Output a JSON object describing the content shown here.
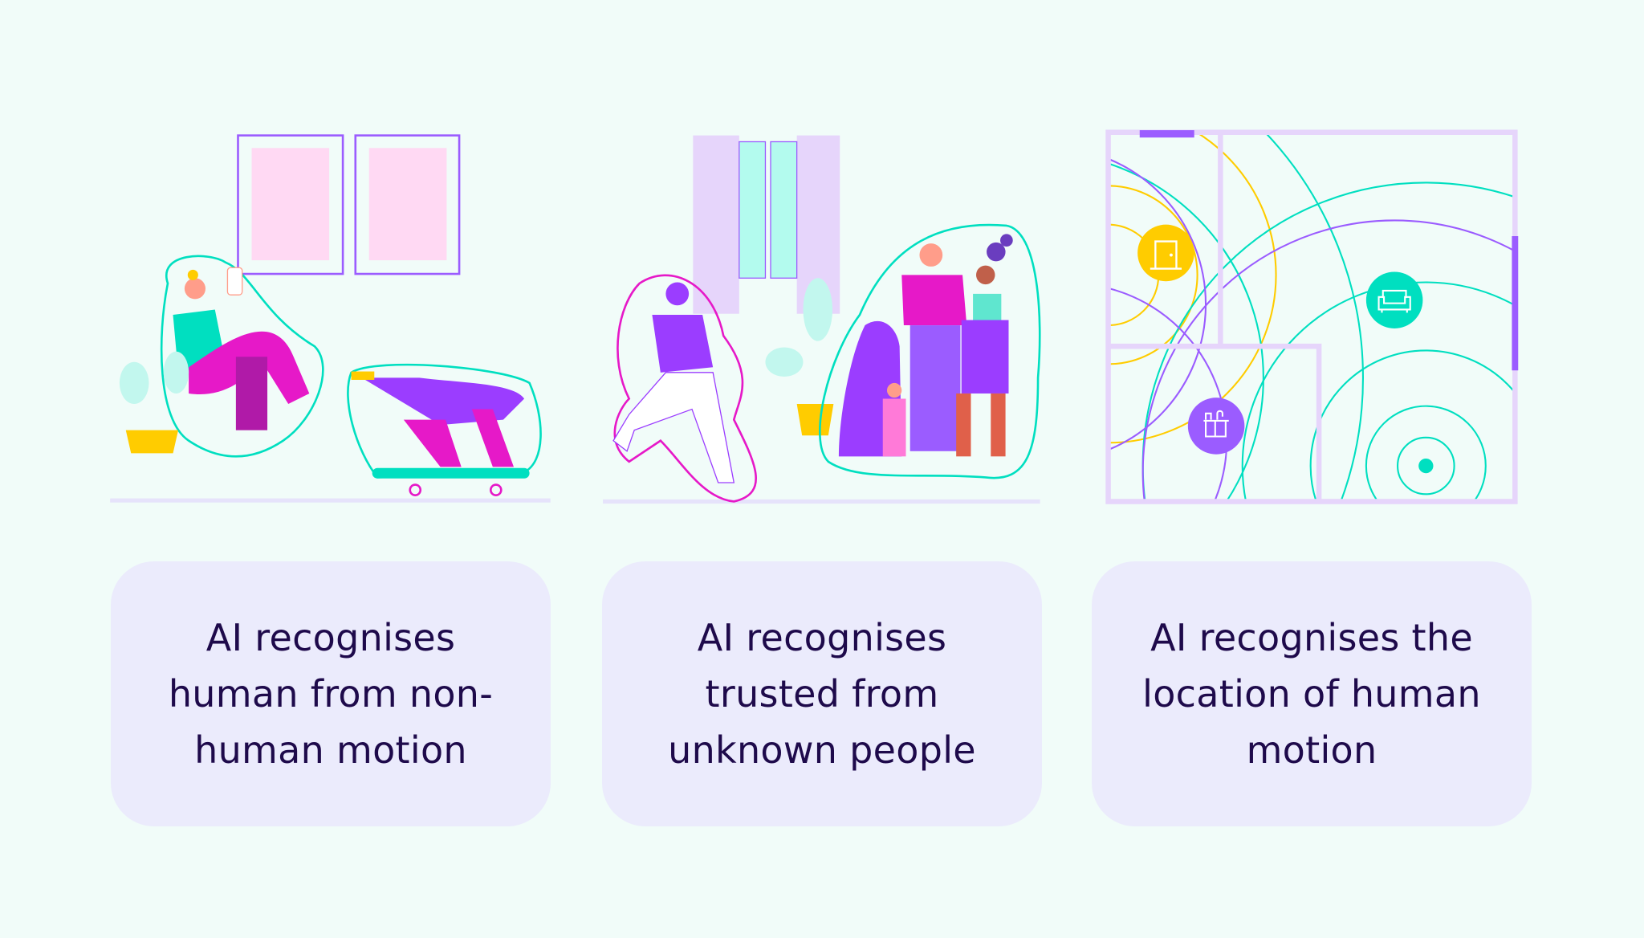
{
  "cards": [
    {
      "text": "AI recognises human from non-human motion"
    },
    {
      "text": "AI recognises trusted from unknown people"
    },
    {
      "text": "AI recognises the location of human motion"
    }
  ],
  "colors": {
    "background": "#f1fcf9",
    "card": "#ebebfc",
    "text": "#1e0a4b",
    "teal": "#00dfc0",
    "purple": "#9b5cff",
    "yellow": "#ffcc00",
    "magenta": "#e619c8",
    "wall": "#e6d5fb"
  },
  "icons": [
    "door-icon",
    "sofa-icon",
    "kitchen-icon"
  ]
}
